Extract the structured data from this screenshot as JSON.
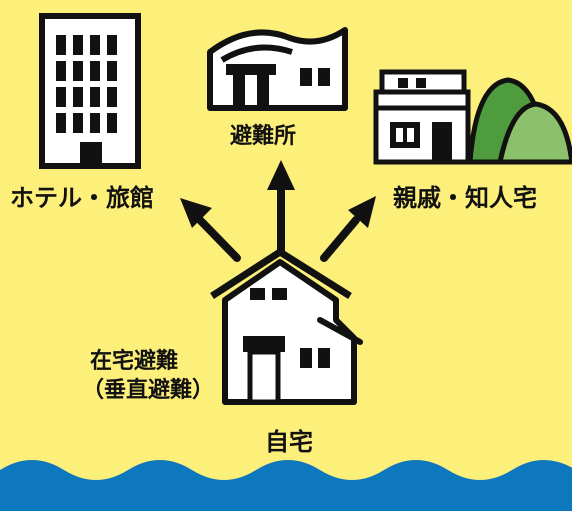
{
  "colors": {
    "background": "#FCEF7A",
    "sea": "#0D78BD",
    "outline": "#111111",
    "building_fill": "#FFFFFF",
    "hill_dark": "#4E9C3E",
    "hill_light": "#8CC06A"
  },
  "labels": {
    "hotel": "ホテル・旅館",
    "shelter": "避難所",
    "relatives": "親戚・知人宅",
    "home": "自宅",
    "stay_home_line1": "在宅避難",
    "stay_home_line2": "（垂直避難）"
  },
  "icons": {
    "hotel": "office-building-icon",
    "shelter": "shelter-building-icon",
    "relatives": "house-with-hills-icon",
    "home": "house-icon",
    "sea": "wave-icon"
  }
}
